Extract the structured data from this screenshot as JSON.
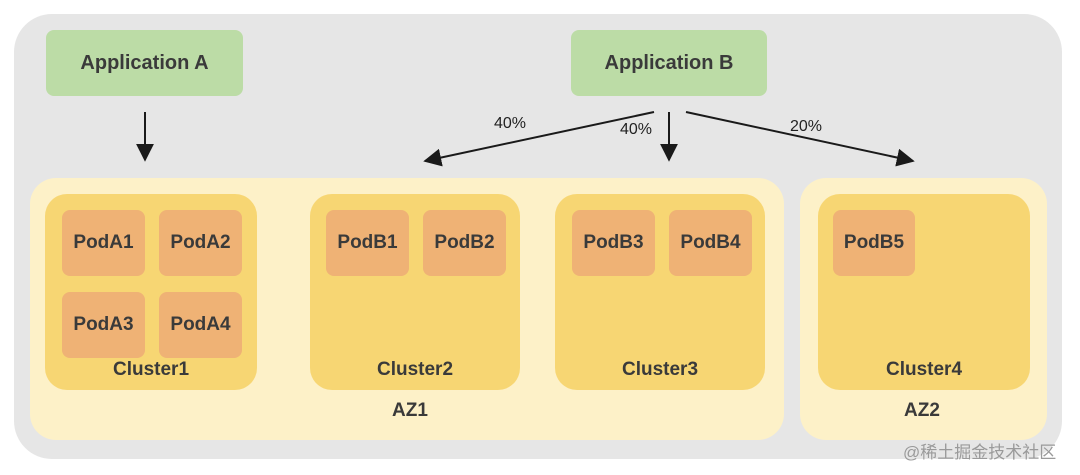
{
  "applications": {
    "a": "Application A",
    "b": "Application B"
  },
  "traffic": {
    "to_cluster2": "40%",
    "to_cluster3": "40%",
    "to_cluster4": "20%"
  },
  "zones": {
    "az1": "AZ1",
    "az2": "AZ2"
  },
  "clusters": {
    "c1": {
      "label": "Cluster1",
      "pods": [
        "PodA1",
        "PodA2",
        "PodA3",
        "PodA4"
      ]
    },
    "c2": {
      "label": "Cluster2",
      "pods": [
        "PodB1",
        "PodB2"
      ]
    },
    "c3": {
      "label": "Cluster3",
      "pods": [
        "PodB3",
        "PodB4"
      ]
    },
    "c4": {
      "label": "Cluster4",
      "pods": [
        "PodB5"
      ]
    }
  },
  "watermark": "@稀土掘金技术社区",
  "colors": {
    "background": "#e6e6e6",
    "application": "#bcdca6",
    "zone": "#fdf1c8",
    "cluster": "#f7d673",
    "pod": "#efb275"
  }
}
